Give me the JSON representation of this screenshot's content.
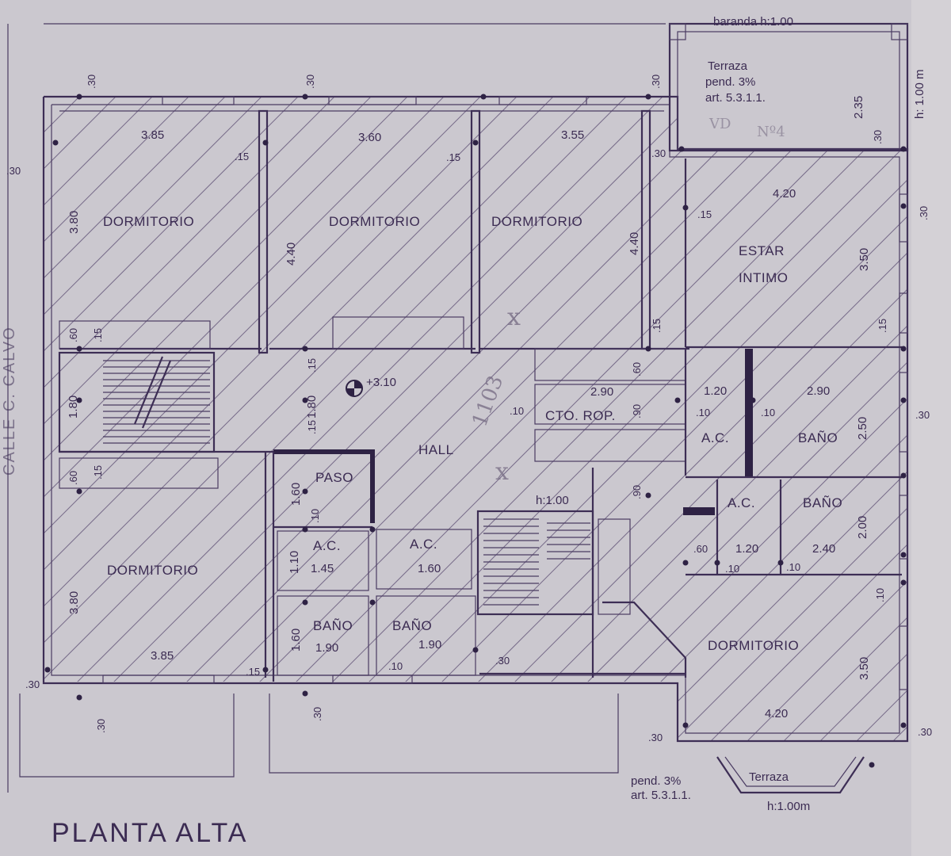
{
  "plan": {
    "title": "PLANTA ALTA",
    "rooms": {
      "dorm1": "DORMITORIO",
      "dorm2": "DORMITORIO",
      "dorm3": "DORMITORIO",
      "dorm4": "DORMITORIO",
      "dorm5": "DORMITORIO",
      "estar_l1": "ESTAR",
      "estar_l2": "INTIMO",
      "hall": "HALL",
      "paso": "PASO",
      "cto_rop": "CTO. ROP.",
      "ac1": "A.C.",
      "ac2": "A.C.",
      "ac3": "A.C.",
      "ac4": "A.C.",
      "bano1": "BAÑO",
      "bano2": "BAÑO",
      "bano3": "BAÑO",
      "bano4": "BAÑO"
    },
    "terraza_top": {
      "baranda": "baranda h:1.00",
      "name": "Terraza",
      "pend": "pend. 3%",
      "art": "art. 5.3.1.1.",
      "h": "h: 1.00 m",
      "dim": "2.35"
    },
    "terraza_bottom": {
      "name": "Terraza",
      "pend": "pend. 3%",
      "art": "art. 5.3.1.1.",
      "h": "h:1.00m"
    },
    "level": "+3.10",
    "stair_h": "h:1.00",
    "dims": {
      "d385a": "3.85",
      "d360": "3.60",
      "d355": "3.55",
      "d420a": "4.20",
      "d380a": "3.80",
      "d440a": "4.40",
      "d440b": "4.40",
      "d350a": "3.50",
      "d180a": "1.80",
      "d180b": "1.80",
      "d160a": "1.60",
      "d110": "1.10",
      "d145": "1.45",
      "d160b": "1.60",
      "d190a": "1.90",
      "d190b": "1.90",
      "d380b": "3.80",
      "d385b": "3.85",
      "d160c": "1.60",
      "d290a": "2.90",
      "d120a": "1.20",
      "d290b": "2.90",
      "d250": "2.50",
      "d120b": "1.20",
      "d240": "2.40",
      "d200": "2.00",
      "d420b": "4.20",
      "d350b": "3.50",
      "d060a": ".60",
      "d060b": ".60",
      "d060c": ".60",
      "d060d": ".60",
      "d090a": ".90",
      "d090b": ".90",
      "d030a": ".30",
      "d030b": ".30",
      "d030c": ".30",
      "d030d": ".30",
      "d030e": ".30",
      "d030f": ".30",
      "d030g": ".30",
      "d030h": ".30",
      "d030i": ".30",
      "d030j": ".30",
      "d030k": ".30",
      "d030l": ".30",
      "d030m": ".30",
      "d030n": ".30",
      "d015a": ".15",
      "d015b": ".15",
      "d015c": ".15",
      "d015d": ".15",
      "d015e": ".15",
      "d015f": ".15",
      "d015g": ".15",
      "d015h": ".15",
      "d015i": ".15",
      "d015j": ".15",
      "d010a": ".10",
      "d010b": ".10",
      "d010c": ".10",
      "d010d": ".10",
      "d010e": ".10",
      "d010f": ".10",
      "d010g": ".10",
      "d010h": ".10"
    },
    "annotations": {
      "street": "CALLE C. CALVO",
      "pencil1": "1103",
      "pencil2": "x",
      "pencil3": "x",
      "pencil4": "VD",
      "pencil5": "Nº4"
    }
  },
  "colors": {
    "paper": "#c9c6cc",
    "ink": "#3d2e55",
    "pencil": "#7a7087"
  }
}
